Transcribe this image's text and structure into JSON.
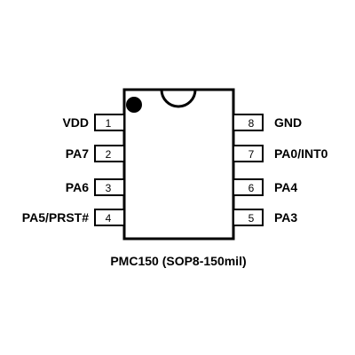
{
  "chip": {
    "caption": "PMC150 (SOP8-150mil)",
    "pin1_marker": "pin-1-dot",
    "orientation_notch": "semicircle-notch"
  },
  "colors": {
    "stroke": "#000000",
    "fill": "#ffffff",
    "text": "#000000"
  },
  "pins": {
    "left": [
      {
        "number": "1",
        "label": "VDD"
      },
      {
        "number": "2",
        "label": "PA7"
      },
      {
        "number": "3",
        "label": "PA6"
      },
      {
        "number": "4",
        "label": "PA5/PRST#"
      }
    ],
    "right": [
      {
        "number": "8",
        "label": "GND"
      },
      {
        "number": "7",
        "label": "PA0/INT0"
      },
      {
        "number": "6",
        "label": "PA4"
      },
      {
        "number": "5",
        "label": "PA3"
      }
    ]
  }
}
